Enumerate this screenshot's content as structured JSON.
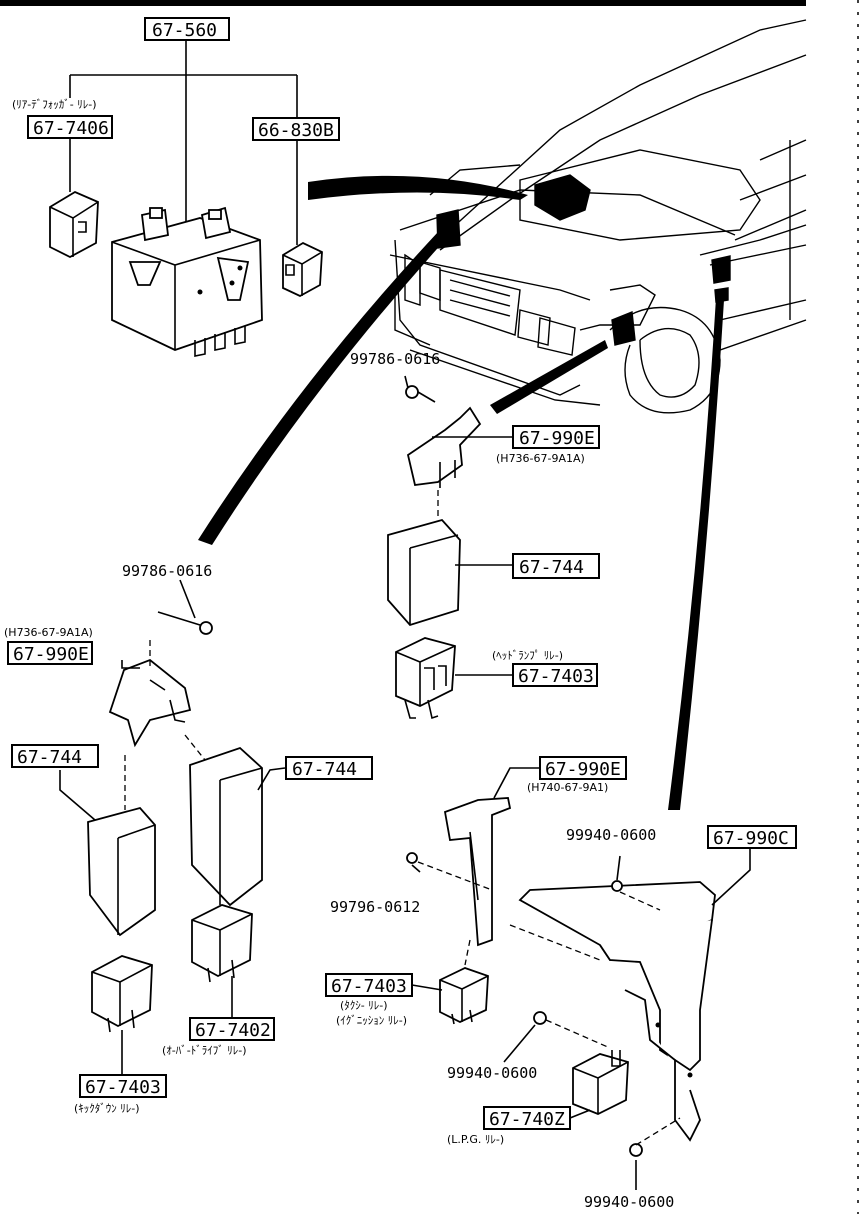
{
  "labels": {
    "main_relay_box": "67-560",
    "rear_defogger_note": "(ﾘｱ-ﾃﾞﾌｫｯｶﾞ- ﾘﾚ-)",
    "rear_defogger_relay": "67-7406",
    "relay_66_830b": "66-830B",
    "bolt_upper": "99786-0616",
    "bracket_upper": "67-990E",
    "bracket_upper_note": "(H736-67-9A1A)",
    "cover_upper": "67-744",
    "headlamp_note": "(ﾍｯﾄﾞﾗﾝﾌﾟ ﾘﾚ-)",
    "headlamp_relay": "67-7403",
    "bolt_left": "99786-0616",
    "bracket_left_note": "(H736-67-9A1A)",
    "bracket_left": "67-990E",
    "cover_left_a": "67-744",
    "cover_left_b": "67-744",
    "overdrive_relay": "67-7402",
    "overdrive_note": "(ｵ-ﾊﾞ-ﾄﾞﾗｲﾌﾞ ﾘﾚ-)",
    "kickdown_relay": "67-7403",
    "kickdown_note": "(ｷｯｸﾀﾞｳﾝ ﾘﾚ-)",
    "bracket_right": "67-990E",
    "bracket_right_note": "(H740-67-9A1)",
    "nut_top": "99940-0600",
    "bracket_c": "67-990C",
    "bolt_right": "99796-0612",
    "taxi_relay": "67-7403",
    "taxi_note": "(ﾀｸｼ- ﾘﾚ-)",
    "ignition_note": "(ｲｸﾞﾆｯｼｮﾝ ﾘﾚ-)",
    "nut_mid": "99940-0600",
    "lpg_relay": "67-740Z",
    "lpg_note": "(L.P.G. ﾘﾚ-)",
    "nut_bottom": "99940-0600"
  }
}
